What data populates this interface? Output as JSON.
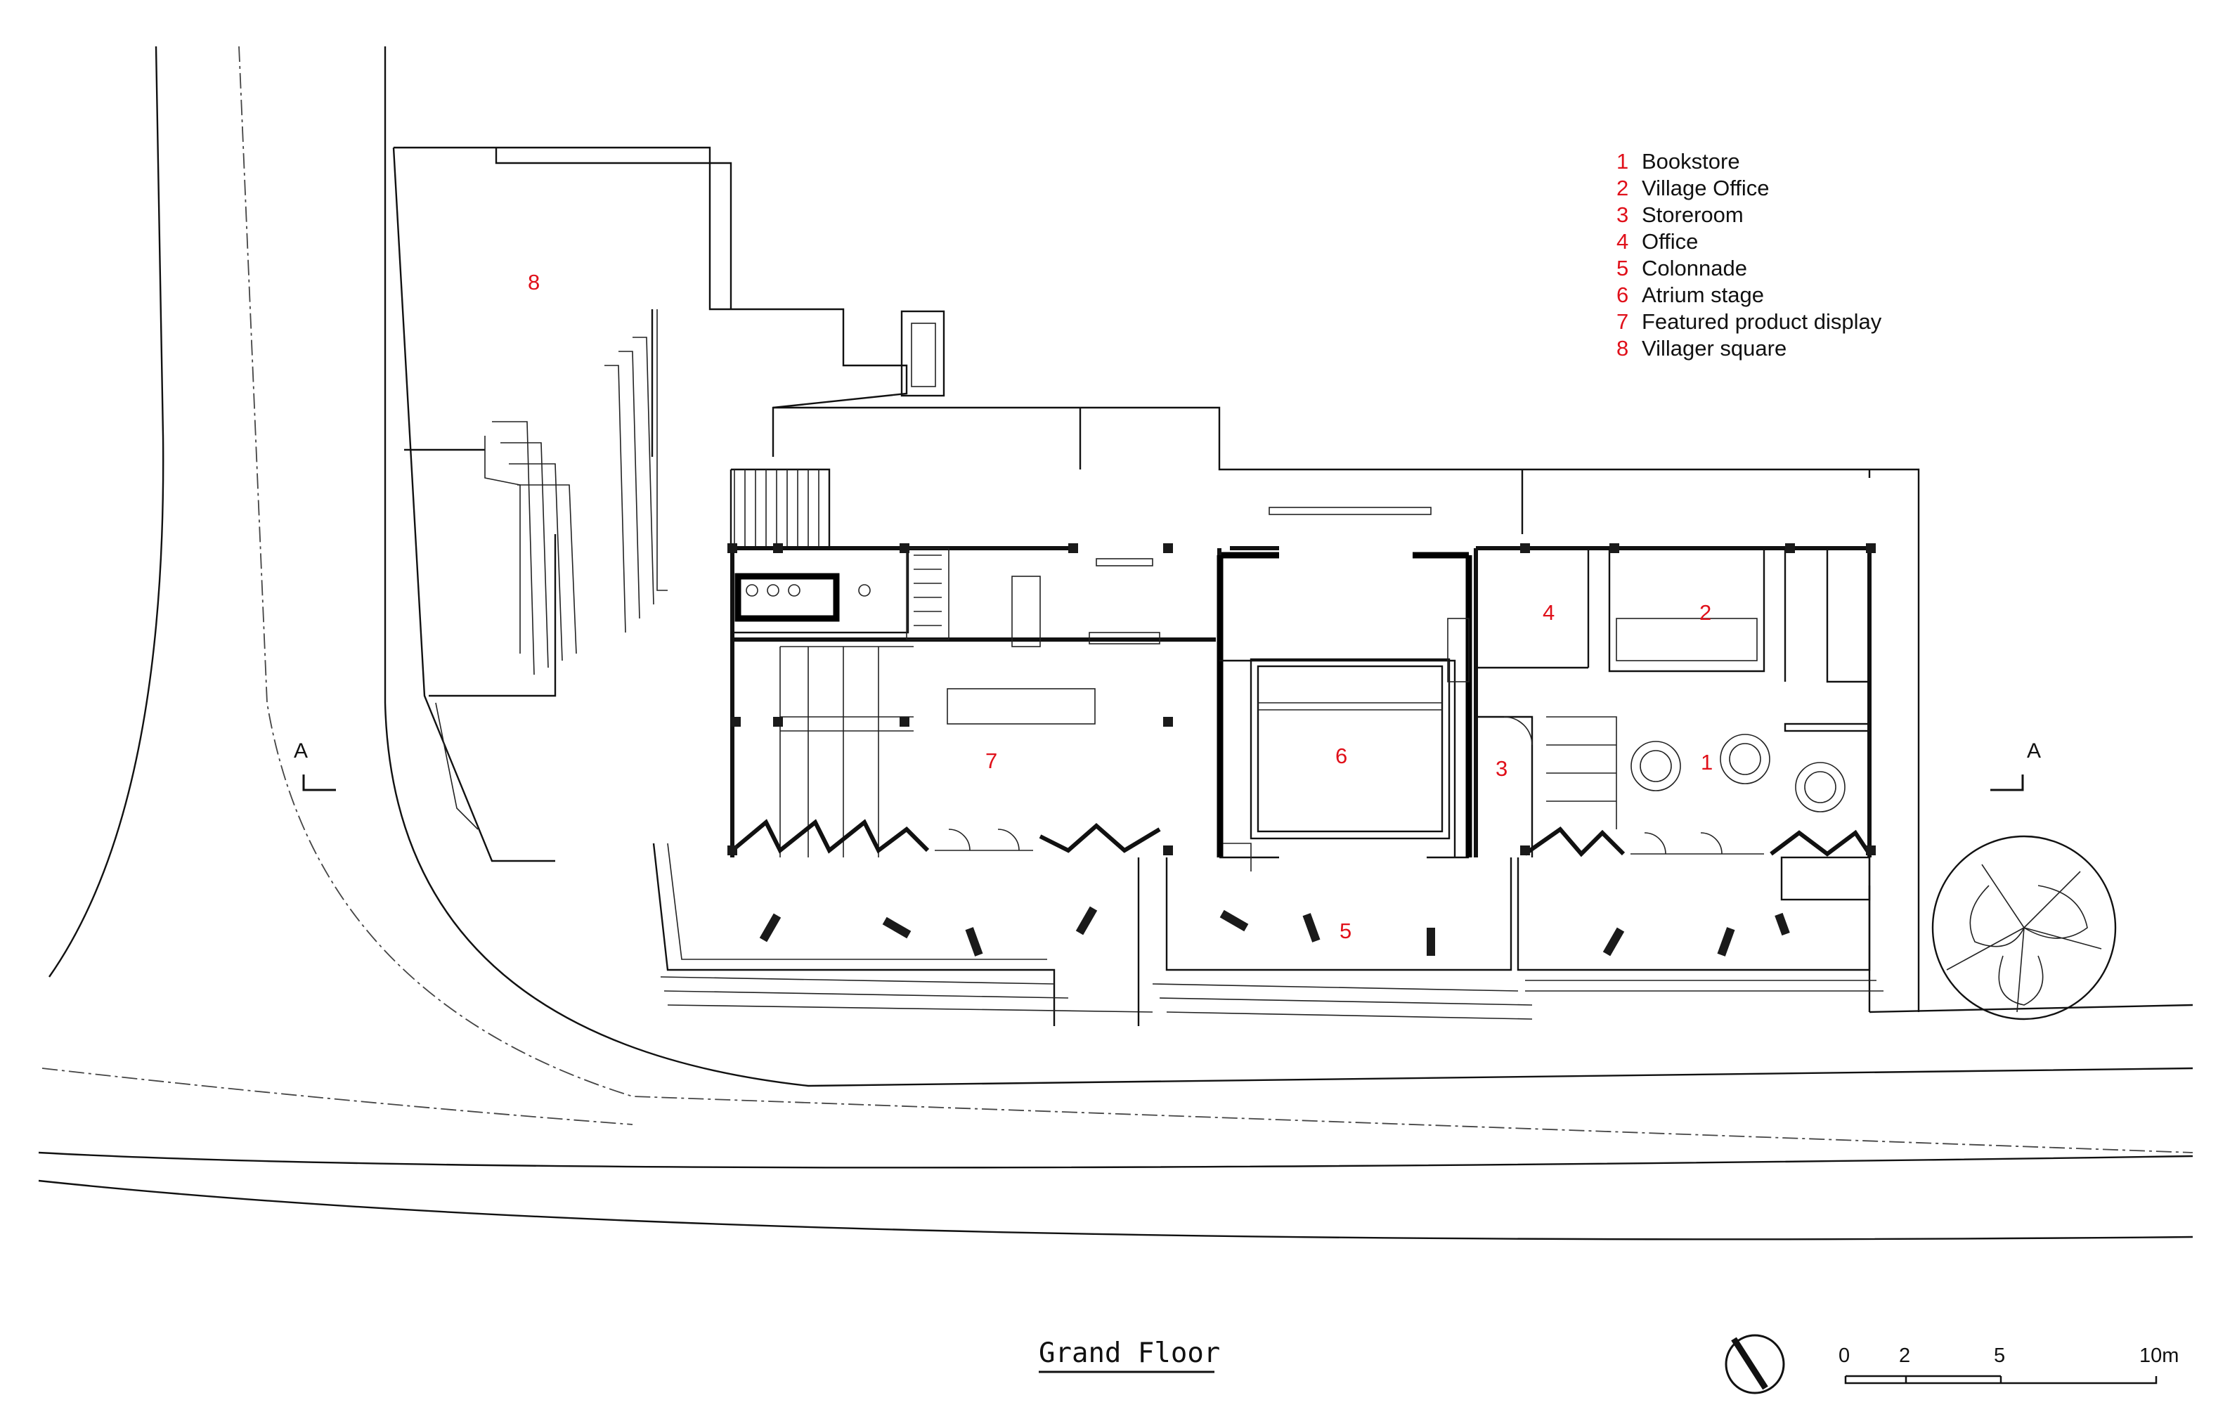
{
  "title": "Grand Floor",
  "legend": [
    {
      "num": "1",
      "label": "Bookstore"
    },
    {
      "num": "2",
      "label": "Village Office"
    },
    {
      "num": "3",
      "label": "Storeroom"
    },
    {
      "num": "4",
      "label": "Office"
    },
    {
      "num": "5",
      "label": "Colonnade"
    },
    {
      "num": "6",
      "label": "Atrium stage"
    },
    {
      "num": "7",
      "label": "Featured product display"
    },
    {
      "num": "8",
      "label": "Villager square"
    }
  ],
  "room_numbers": {
    "bookstore": "1",
    "village_office": "2",
    "storeroom": "3",
    "office": "4",
    "colonnade": "5",
    "atrium_stage": "6",
    "product_display": "7",
    "villager_square": "8"
  },
  "section_marks": {
    "left": "A",
    "right": "A"
  },
  "scale_bar": {
    "ticks": [
      "0",
      "2",
      "5",
      "10m"
    ]
  },
  "colors": {
    "label_red": "#e0101a",
    "line": "#111111",
    "background": "#ffffff"
  }
}
